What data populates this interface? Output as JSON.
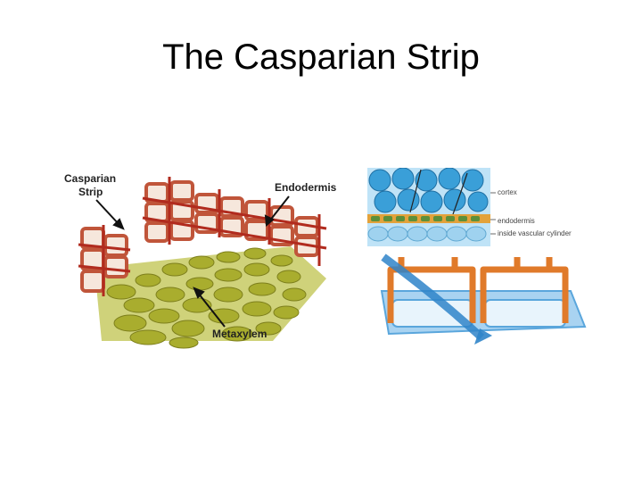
{
  "slide": {
    "title": "The Casparian Strip"
  },
  "left_diagram": {
    "labels": {
      "casparian_strip_line1": "Casparian",
      "casparian_strip_line2": "Strip",
      "endodermis": "Endodermis",
      "metaxylem": "Metaxylem"
    },
    "colors": {
      "cell_wall": "#c0553a",
      "cell_interior": "#f6e7dc",
      "casparian_strip": "#b12b1e",
      "metaxylem_cells": "#a9ad2e"
    }
  },
  "right_top": {
    "labels": {
      "cortex": "cortex",
      "endodermis": "endodermis",
      "inside_vascular_cylinder": "inside vascular cylinder"
    },
    "colors": {
      "cortex_cells": "#3a9fd8",
      "endodermis_band": "#e3a23b",
      "vascular_cells": "#9fd2ef"
    }
  },
  "right_bottom": {
    "colors": {
      "strip_frame": "#e07a2a",
      "cell_wall": "#5aa6dc",
      "flow_arrow": "#2f84c9"
    }
  }
}
